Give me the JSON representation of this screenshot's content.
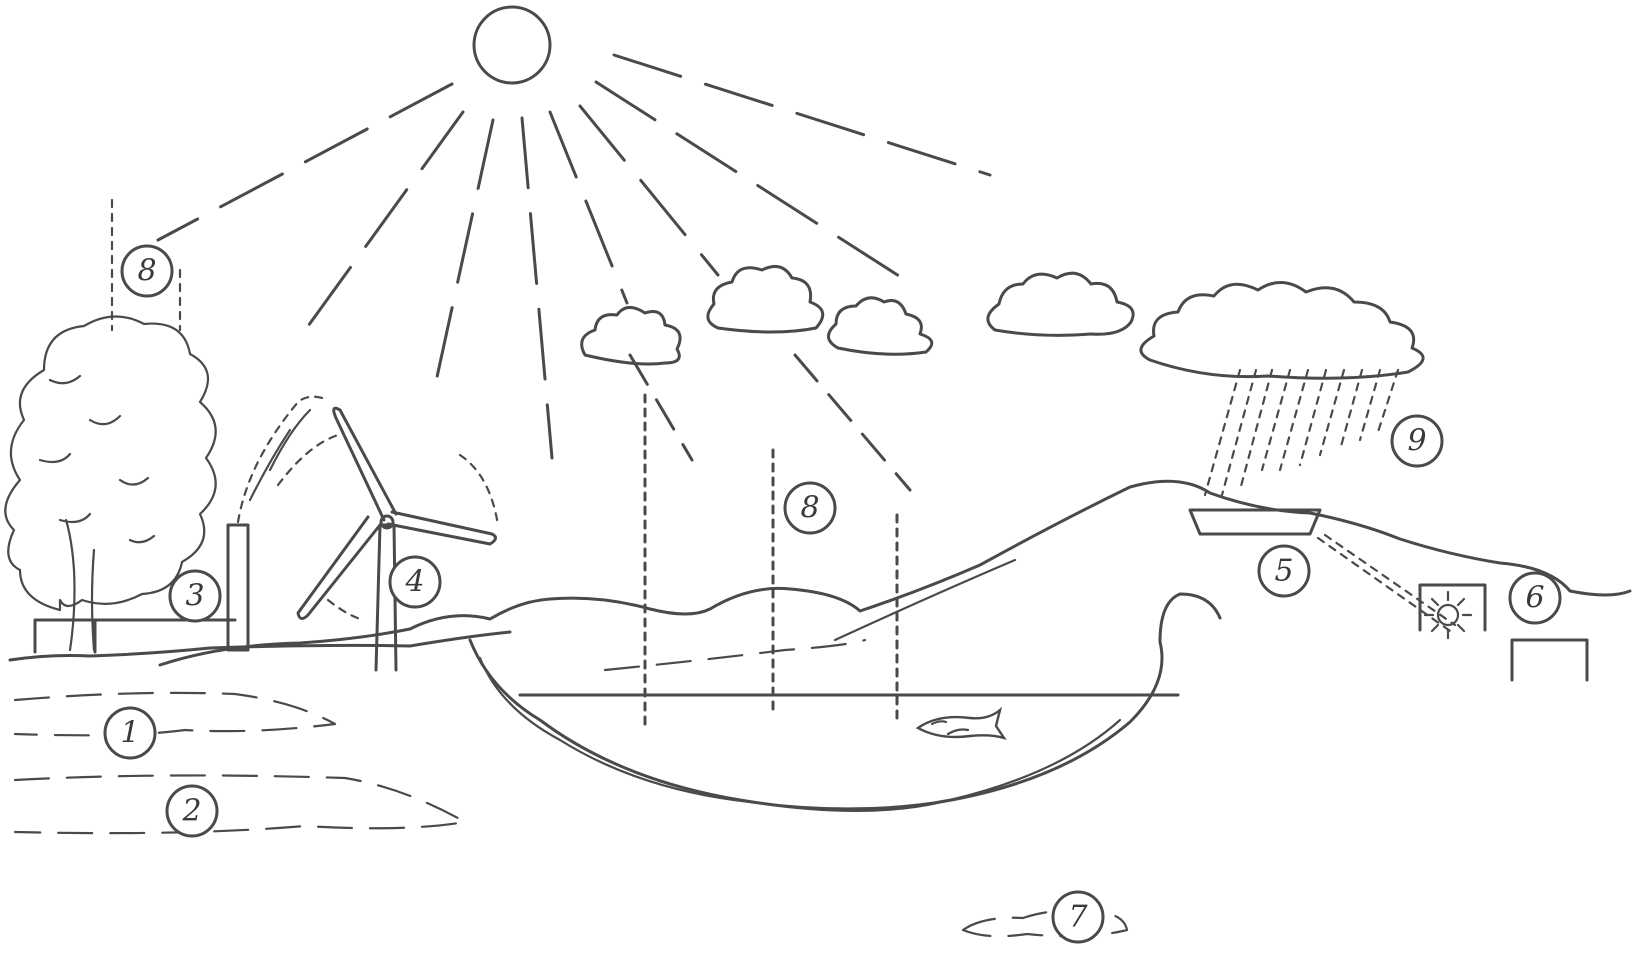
{
  "markers": {
    "m1": "1",
    "m2": "2",
    "m3": "3",
    "m4": "4",
    "m5": "5",
    "m6": "6",
    "m7": "7",
    "m8a": "8",
    "m8b": "8",
    "m9": "9"
  },
  "colors": {
    "ink": "#4a4a4a",
    "background": "#ffffff"
  }
}
